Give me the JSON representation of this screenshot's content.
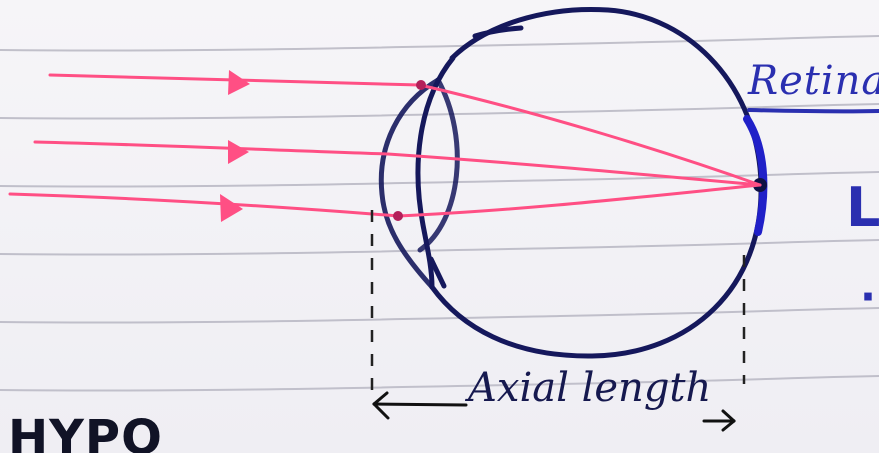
{
  "diagram": {
    "labels": {
      "retina": "Retina",
      "axial_length": "Axial length",
      "partial_heading": "HYPO"
    },
    "colors": {
      "paper": "#f3f2f6",
      "rule_line": "#b8b7c3",
      "eye_outline": "#15185c",
      "retina": "#2020c8",
      "ray": "#ff4f84",
      "guide": "#222222"
    }
  }
}
